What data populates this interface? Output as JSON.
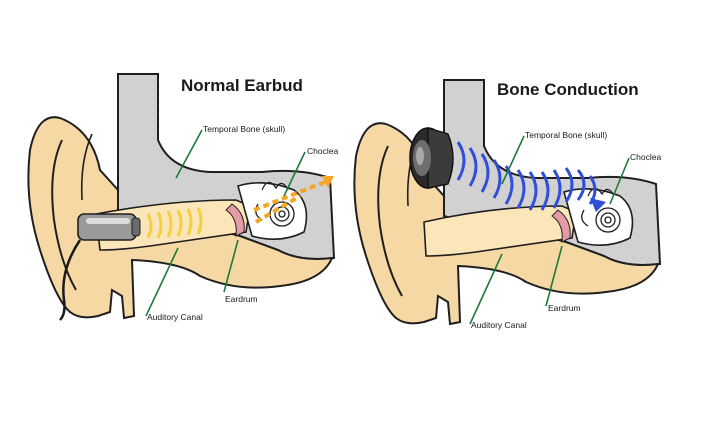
{
  "panels": [
    {
      "title": "Normal Earbud",
      "labels": {
        "temporal_bone": "Temporal Bone (skull)",
        "cochlea": "Choclea",
        "eardrum": "Eardrum",
        "auditory_canal": "Auditory Canal"
      }
    },
    {
      "title": "Bone Conduction",
      "labels": {
        "temporal_bone": "Temporal Bone (skull)",
        "cochlea": "Choclea",
        "eardrum": "Eardrum",
        "auditory_canal": "Auditory Canal"
      }
    }
  ],
  "colors": {
    "skin": "#f6d8a4",
    "skin_outline": "#1f1f1f",
    "bone": "#cfcfcf",
    "canal": "#fbe6b9",
    "sound_wave_yellow": "#f4d03f",
    "sound_arrow_orange": "#f5a623",
    "bone_wave_blue": "#2f4fd8",
    "pointer_line_green": "#1e7a3a",
    "eardrum_pink": "#e59aa8"
  },
  "icons": [
    "earbud-icon",
    "bone-conduction-transducer-icon",
    "cochlea-icon"
  ]
}
